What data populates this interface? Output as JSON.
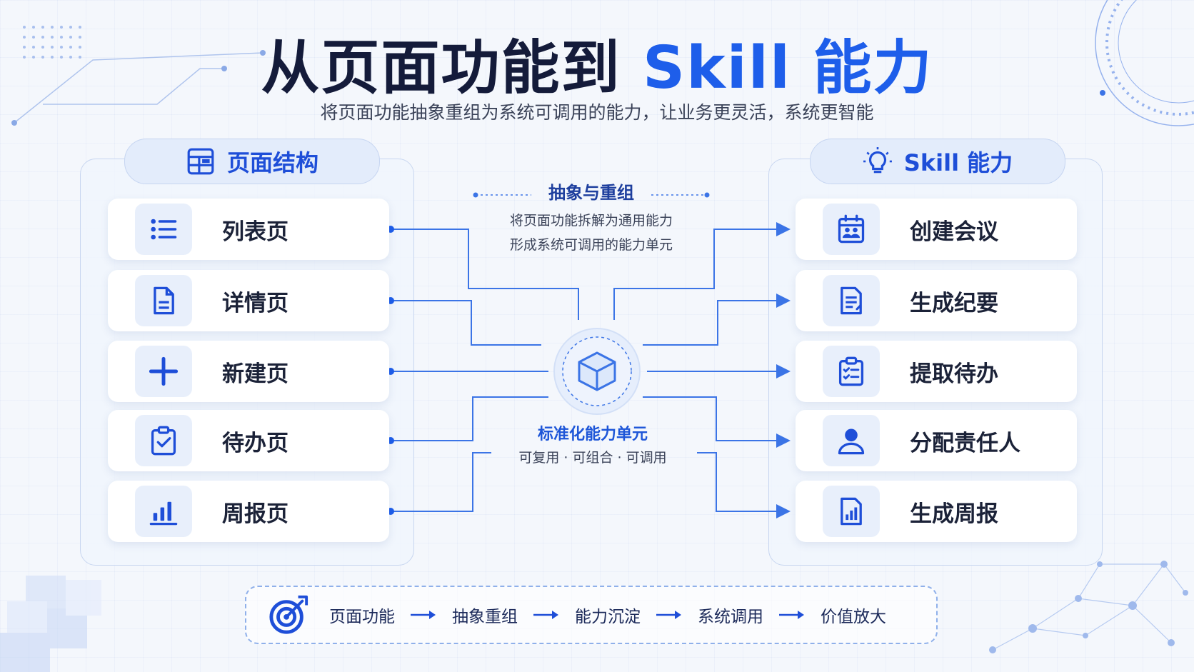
{
  "header": {
    "title_main": "从页面功能到",
    "title_accent": "Skill 能力",
    "subtitle": "将页面功能抽象重组为系统可调用的能力，让业务更灵活，系统更智能"
  },
  "left_panel": {
    "title": "页面结构",
    "icon": "layout-grid-icon",
    "items": [
      {
        "label": "列表页",
        "icon": "list-icon"
      },
      {
        "label": "详情页",
        "icon": "document-icon"
      },
      {
        "label": "新建页",
        "icon": "plus-icon"
      },
      {
        "label": "待办页",
        "icon": "clipboard-check-icon"
      },
      {
        "label": "周报页",
        "icon": "bar-chart-icon"
      }
    ]
  },
  "right_panel": {
    "title": "Skill 能力",
    "icon": "lightbulb-icon",
    "items": [
      {
        "label": "创建会议",
        "icon": "calendar-people-icon"
      },
      {
        "label": "生成纪要",
        "icon": "notes-icon"
      },
      {
        "label": "提取待办",
        "icon": "checklist-icon"
      },
      {
        "label": "分配责任人",
        "icon": "user-icon"
      },
      {
        "label": "生成周报",
        "icon": "report-chart-icon"
      }
    ]
  },
  "center": {
    "top_title": "抽象与重组",
    "top_line1": "将页面功能拆解为通用能力",
    "top_line2": "形成系统可调用的能力单元",
    "hub_icon": "cube-icon",
    "hub_title": "标准化能力单元",
    "hub_sub": "可复用 · 可组合 · 可调用"
  },
  "flow": {
    "icon": "target-icon",
    "steps": [
      "页面功能",
      "抽象重组",
      "能力沉淀",
      "系统调用",
      "价值放大"
    ]
  },
  "colors": {
    "accent": "#1e5eea",
    "title": "#141b3a",
    "line": "#3b74e6",
    "panel_head": "#e3ecfb"
  }
}
